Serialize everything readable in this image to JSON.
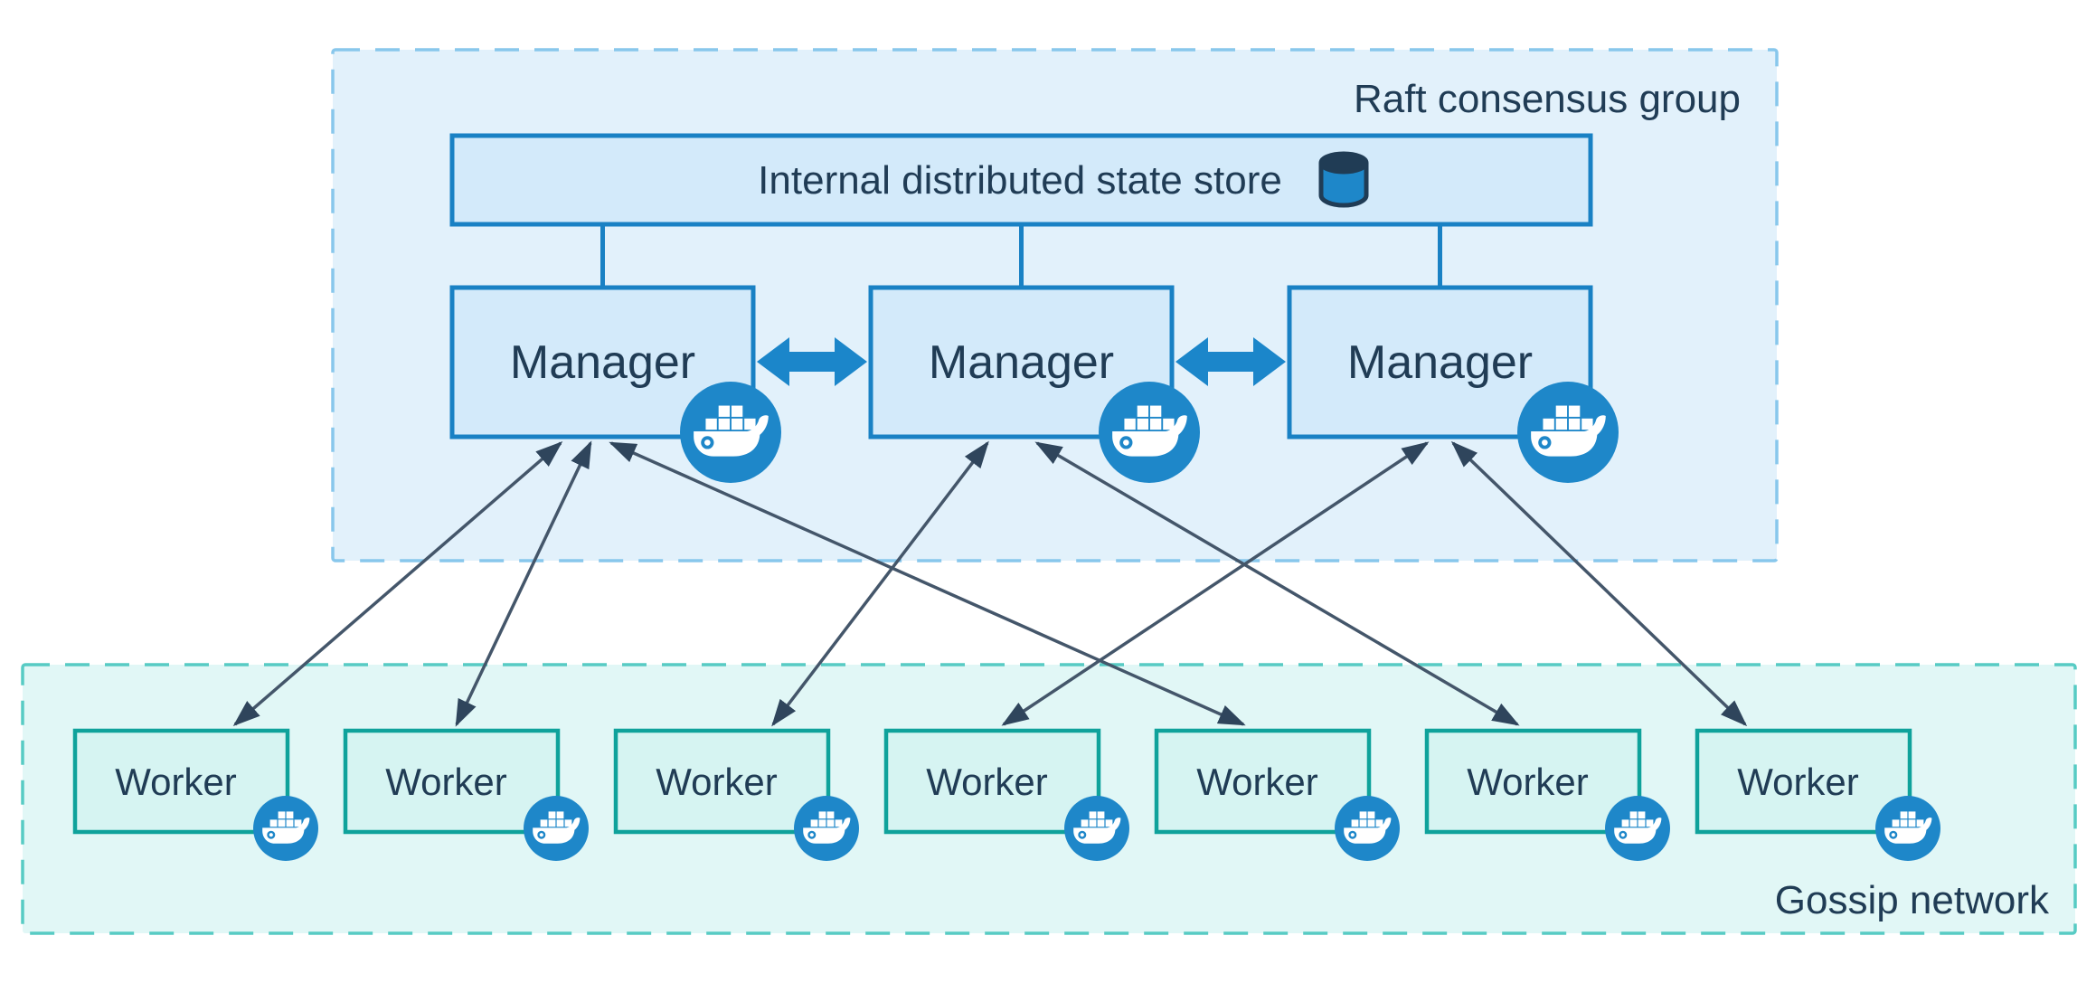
{
  "raft_group": {
    "label": "Raft consensus group"
  },
  "state_store": {
    "label": "Internal distributed state store",
    "icon": "database-icon"
  },
  "managers": [
    {
      "label": "Manager",
      "icon": "docker-icon"
    },
    {
      "label": "Manager",
      "icon": "docker-icon"
    },
    {
      "label": "Manager",
      "icon": "docker-icon"
    }
  ],
  "workers": [
    {
      "label": "Worker",
      "icon": "docker-icon"
    },
    {
      "label": "Worker",
      "icon": "docker-icon"
    },
    {
      "label": "Worker",
      "icon": "docker-icon"
    },
    {
      "label": "Worker",
      "icon": "docker-icon"
    },
    {
      "label": "Worker",
      "icon": "docker-icon"
    },
    {
      "label": "Worker",
      "icon": "docker-icon"
    },
    {
      "label": "Worker",
      "icon": "docker-icon"
    }
  ],
  "gossip_group": {
    "label": "Gossip network"
  },
  "connections": {
    "store_to_managers": [
      1,
      2,
      3
    ],
    "manager_peering": [
      [
        1,
        2
      ],
      [
        2,
        3
      ]
    ],
    "manager_to_worker": [
      [
        1,
        1
      ],
      [
        1,
        2
      ],
      [
        1,
        5
      ],
      [
        2,
        3
      ],
      [
        2,
        6
      ],
      [
        3,
        4
      ],
      [
        3,
        7
      ]
    ]
  },
  "colors": {
    "raft_fill": "#e2f1fb",
    "raft_border": "#88c7ec",
    "gossip_fill": "#e1f7f6",
    "gossip_border": "#57cbc4",
    "node_fill": "#d3eafa",
    "node_border": "#1981c4",
    "worker_fill": "#d6f4f2",
    "worker_border": "#0fa29b",
    "text": "#203c55",
    "thin_arrow": "#44566a",
    "arrow_head": "#2f455c",
    "docker_blue": "#1e87c9",
    "thick_arrow": "#1b86ca"
  }
}
